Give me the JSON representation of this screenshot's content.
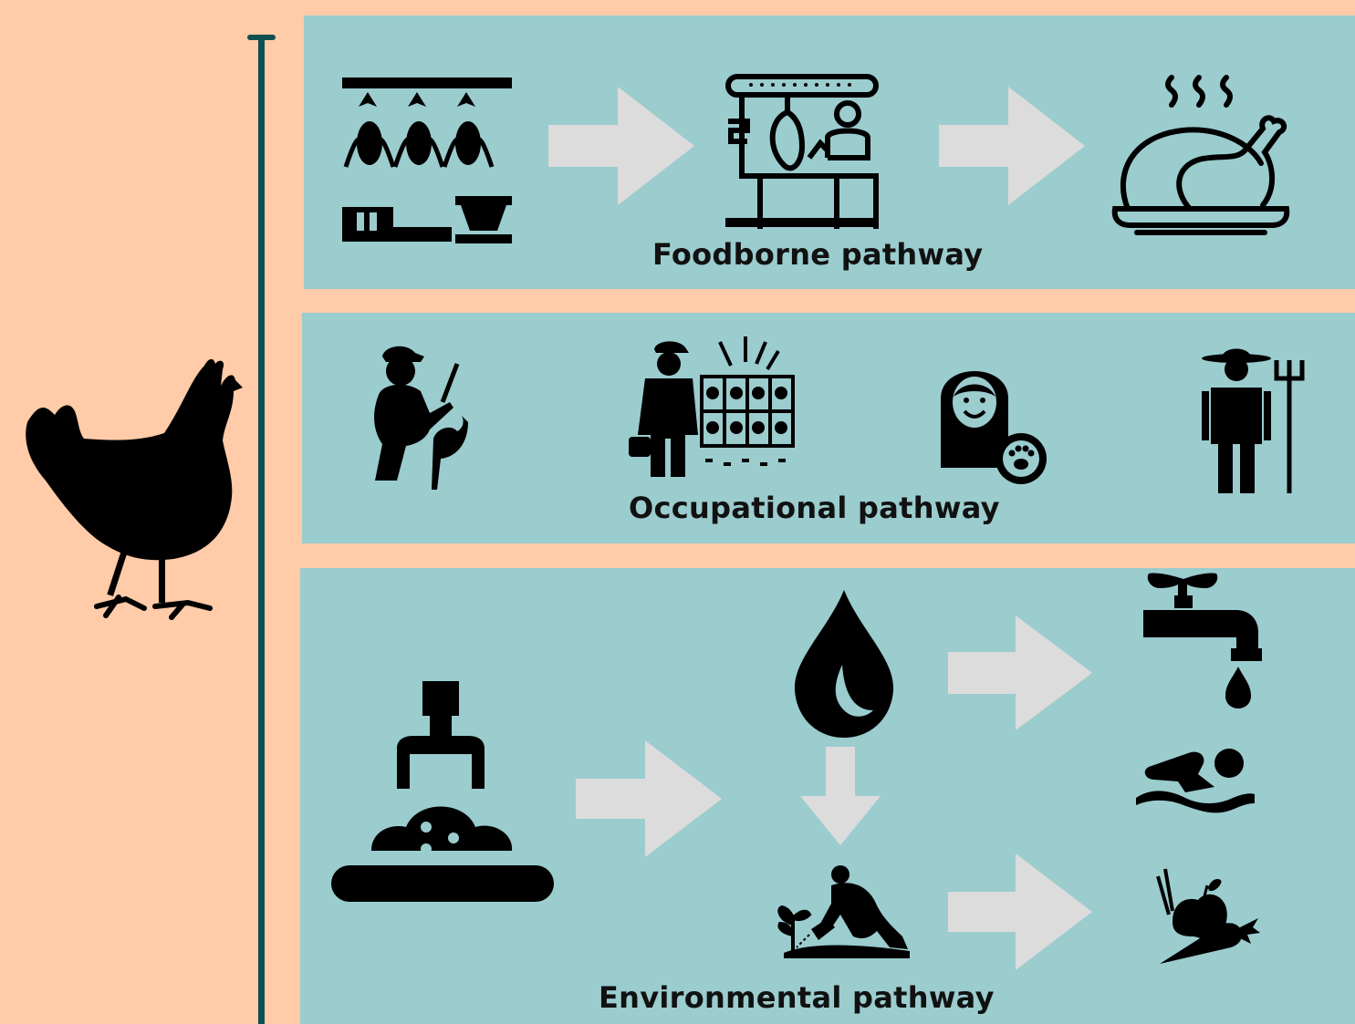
{
  "pathways": {
    "foodborne": {
      "label": "Foodborne pathway"
    },
    "occupational": {
      "label": "Occupational pathway"
    },
    "environmental": {
      "label": "Environmental pathway"
    }
  },
  "icons": [
    "chicken-icon",
    "poultry-farm-icon",
    "slaughterhouse-icon",
    "roast-chicken-icon",
    "vaccinating-worker-icon",
    "farm-worker-cages-icon",
    "pet-owner-icon",
    "farmer-icon",
    "manure-spreader-icon",
    "water-drop-icon",
    "gardener-icon",
    "tap-water-icon",
    "swimmer-icon",
    "vegetables-icon",
    "arrow-icon"
  ],
  "colors": {
    "background": "#FFCBA8",
    "panel": "#9BCCCE",
    "timeline": "#0E5050",
    "arrow": "#DCDCDC",
    "icon": "#000000"
  }
}
